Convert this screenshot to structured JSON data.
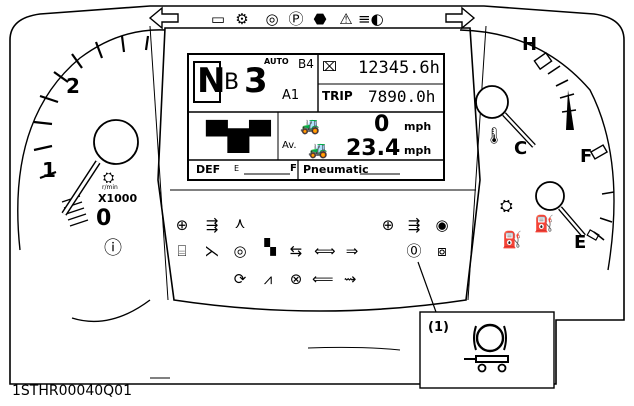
{
  "figure_code": "1STHR00040Q01",
  "callout": {
    "label": "(1)"
  },
  "tachometer": {
    "marks": [
      "0",
      "1",
      "2"
    ],
    "multiplier": "X1000",
    "rpm_icon_text": "r/min"
  },
  "temp_gauge": {
    "hot": "H",
    "cold": "C"
  },
  "fuel_gauge": {
    "full": "F",
    "empty": "E"
  },
  "lcd": {
    "mode_letter": "N",
    "range_letter": "B",
    "gear_number": "3",
    "auto_label": "AUTO",
    "gear_b4": "B4",
    "gear_a1": "A1",
    "hour_value": "12345.6h",
    "trip_label": "TRIP",
    "trip_value": "7890.0h",
    "speed_value": "0",
    "speed_unit": "mph",
    "avg_label": "Av.",
    "avg_speed_value": "23.4",
    "avg_speed_unit": "mph",
    "def_label": "DEF",
    "def_e": "E",
    "def_f": "F",
    "pneumatic_label": "Pneumatic"
  },
  "top_indicators": [
    "battery-icon",
    "glow-plug-icon",
    "oil-pressure-icon",
    "parking-brake-icon",
    "stop-icon",
    "warning-triangle-icon",
    "headlight-icon"
  ],
  "direction_arrows": [
    "left-turn-arrow",
    "right-turn-arrow"
  ]
}
